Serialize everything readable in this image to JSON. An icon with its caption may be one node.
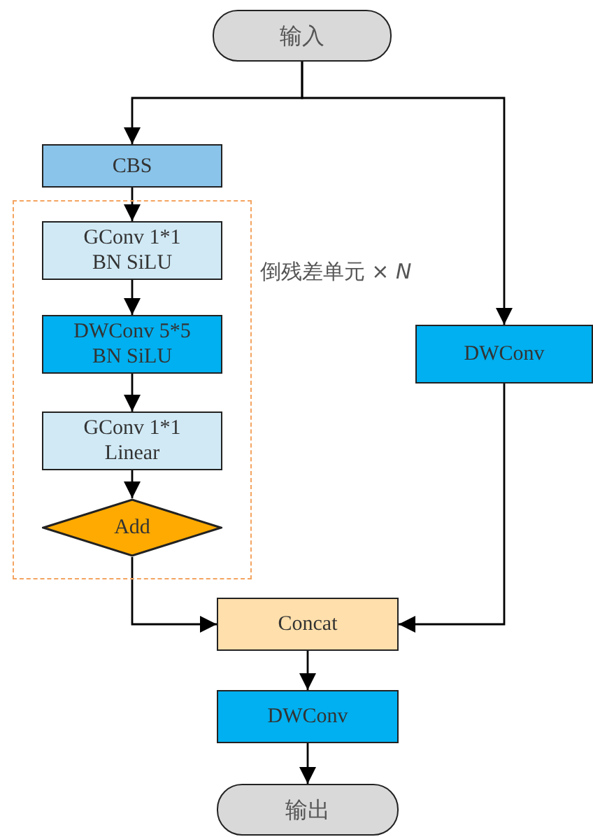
{
  "diagram": {
    "nodes": [
      {
        "text": [
          "输入"
        ]
      },
      {
        "text": [
          "CBS"
        ]
      },
      {
        "text": [
          "倒残差单元 × *N*"
        ]
      },
      {
        "text": [
          "GConv 1*1 BN SiLU"
        ],
        "in": 2
      },
      {
        "text": [
          "DWConv 5*5 BN SiLU"
        ],
        "in": 2
      },
      {
        "text": [
          "GConv 1*1 Linear"
        ],
        "in": 2
      },
      {
        "text": [
          "Add"
        ],
        "in": 2
      },
      {
        "text": [
          "DWConv"
        ]
      },
      {
        "text": [
          "Concat"
        ]
      },
      {
        "text": [
          "DWConv"
        ]
      },
      {
        "text": [
          "输出"
        ]
      }
    ],
    "edges": [
      {
        "from": 0,
        "to": 1,
        "arrow": "to"
      },
      {
        "from": 0,
        "to": 7,
        "arrow": "to"
      },
      {
        "from": 1,
        "to": 3,
        "arrow": "to"
      },
      {
        "from": 3,
        "to": 4,
        "arrow": "to"
      },
      {
        "from": 4,
        "to": 5,
        "arrow": "to"
      },
      {
        "from": 5,
        "to": 6,
        "arrow": "to"
      },
      {
        "from": 6,
        "to": 8,
        "arrow": "to"
      },
      {
        "from": 7,
        "to": 8,
        "arrow": "to"
      },
      {
        "from": 8,
        "to": 9,
        "arrow": "to"
      },
      {
        "from": 9,
        "to": 10,
        "arrow": "to"
      }
    ]
  }
}
